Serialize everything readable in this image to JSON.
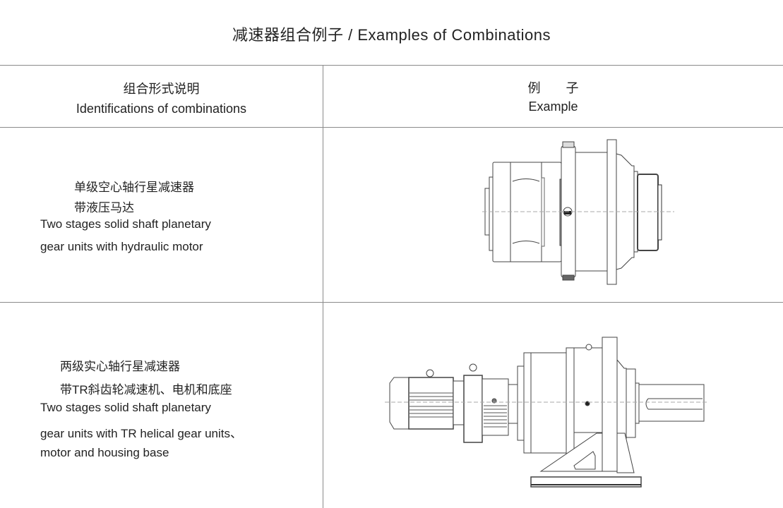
{
  "title": "减速器组合例子 / Examples of Combinations",
  "table": {
    "headers": {
      "left_cn": "组合形式说明",
      "left_en": "Identifications of combinations",
      "right_cn": "例　　子",
      "right_en": "Example"
    },
    "rows": [
      {
        "cn": [
          "单级空心轴行星减速器",
          "带液压马达"
        ],
        "en": [
          "Two stages solid shaft planetary",
          "gear units with hydraulic motor"
        ],
        "drawing": "planetary-gear-unit-with-hydraulic-motor"
      },
      {
        "cn": [
          "两级实心轴行星减速器",
          "带TR斜齿轮减速机、电机和底座"
        ],
        "en": [
          "Two stages solid shaft planetary",
          "gear units with TR helical gear units、",
          "motor and housing base"
        ],
        "drawing": "planetary-gear-unit-with-helical-gear-motor-and-base"
      }
    ]
  }
}
